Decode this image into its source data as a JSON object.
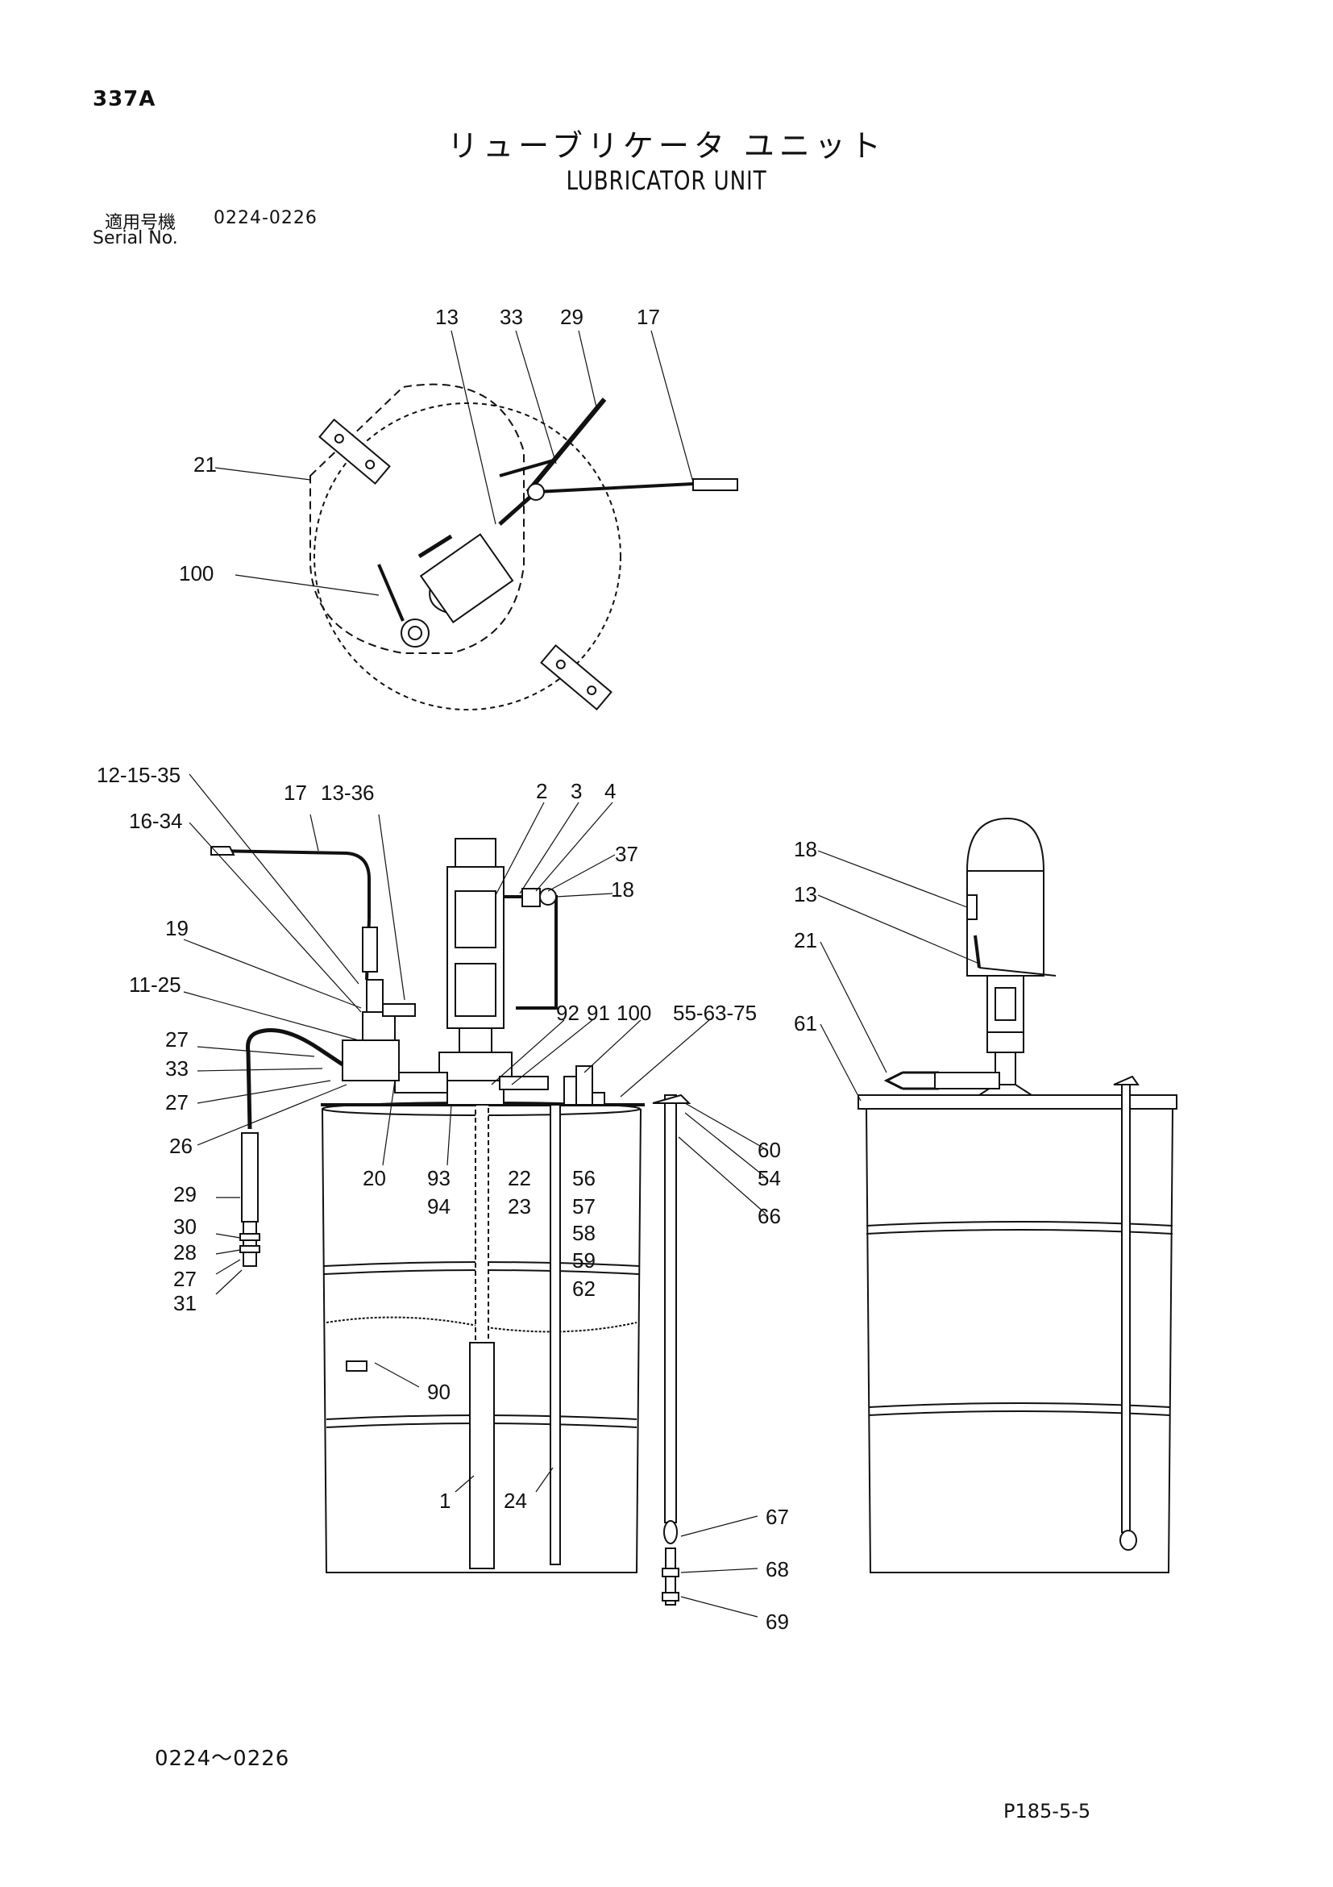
{
  "page_number": "337A",
  "title": {
    "japanese": "リューブリケータ ユニット",
    "english": "LUBRICATOR UNIT"
  },
  "serial": {
    "label_jp": "適用号機",
    "label_en": "Serial No.",
    "range": "0224-0226"
  },
  "footer": {
    "range": "0224～0226",
    "doc_code": "P185-5-5"
  },
  "part_labels": {
    "top_view": [
      "13",
      "33",
      "29",
      "17",
      "21",
      "100"
    ],
    "front_view": [
      "12-15-35",
      "16-34",
      "17",
      "13-36",
      "2",
      "3",
      "4",
      "37",
      "18",
      "19",
      "11-25",
      "92",
      "91",
      "100",
      "55-63-75",
      "27",
      "33",
      "27",
      "26",
      "20",
      "93",
      "94",
      "22",
      "23",
      "56",
      "57",
      "58",
      "59",
      "62",
      "60",
      "54",
      "66",
      "29",
      "30",
      "28",
      "27",
      "31",
      "90",
      "1",
      "24",
      "67",
      "68",
      "69"
    ],
    "side_view": [
      "18",
      "13",
      "21",
      "61"
    ]
  }
}
